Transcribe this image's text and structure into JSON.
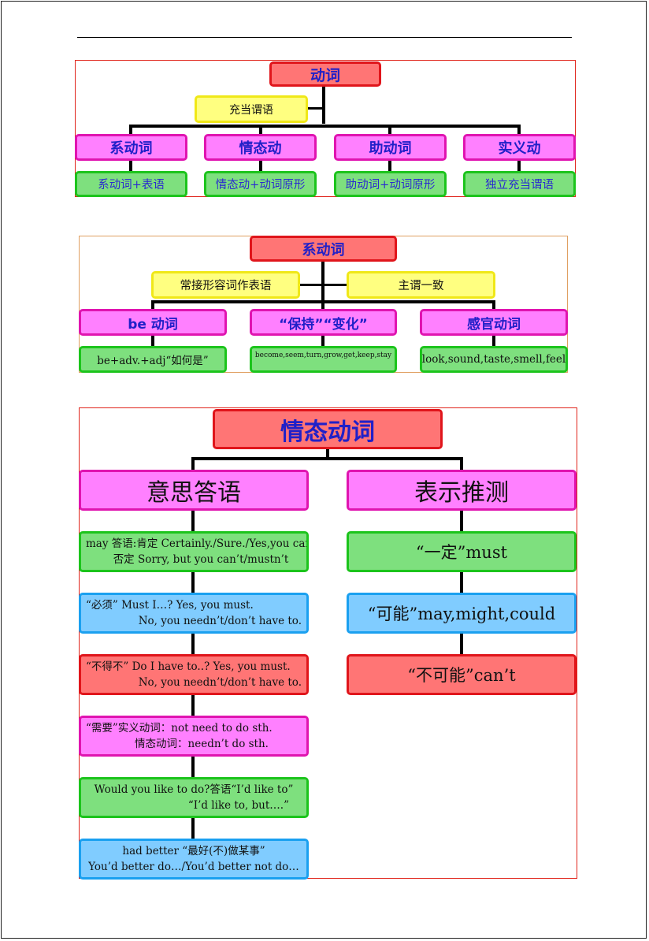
{
  "diagram1": {
    "root": "动词",
    "note": "充当谓语",
    "children": [
      {
        "label": "系动词",
        "detail": "系动词+表语"
      },
      {
        "label": "情态动",
        "detail": "情态动+动词原形"
      },
      {
        "label": "助动词",
        "detail": "助动词+动词原形"
      },
      {
        "label": "实义动",
        "detail": "独立充当谓语"
      }
    ]
  },
  "diagram2": {
    "root": "系动词",
    "note_left": "常接形容词作表语",
    "note_right": "主谓一致",
    "children": [
      {
        "label": "be 动词",
        "detail": "be+adv.+adj“如何是”"
      },
      {
        "label": "“保持”“变化”",
        "detail": "become,seem,turn,grow,get,keep,stay"
      },
      {
        "label": "感官动词",
        "detail": "look,sound,taste,smell,feel"
      }
    ]
  },
  "diagram3": {
    "root": "情态动词",
    "left_branch": {
      "label": "意思答语",
      "items": [
        {
          "line1": "may 答语:肯定 Certainly./Sure./Yes,you can.",
          "line2": "否定 Sorry, but you can’t/mustn’t"
        },
        {
          "line1": "“必须” Must I…? Yes, you must.",
          "line2": "No, you needn’t/don’t have to."
        },
        {
          "line1": "“不得不” Do I have to..? Yes, you must.",
          "line2": "No, you needn’t/don’t have to."
        },
        {
          "line1": "“需要”实义动词：not need to do sth.",
          "line2": "情态动词：needn’t do sth."
        },
        {
          "line1": "Would you like to do?答语“I’d like to”",
          "line2": "“I’d like to, but….”"
        },
        {
          "line1": "had better “最好(不)做某事”",
          "line2": "You’d better do…/You’d better not do…"
        }
      ]
    },
    "right_branch": {
      "label": "表示推测",
      "items": [
        "“一定”must",
        "“可能”may,might,could",
        "“不可能”can’t"
      ]
    }
  }
}
